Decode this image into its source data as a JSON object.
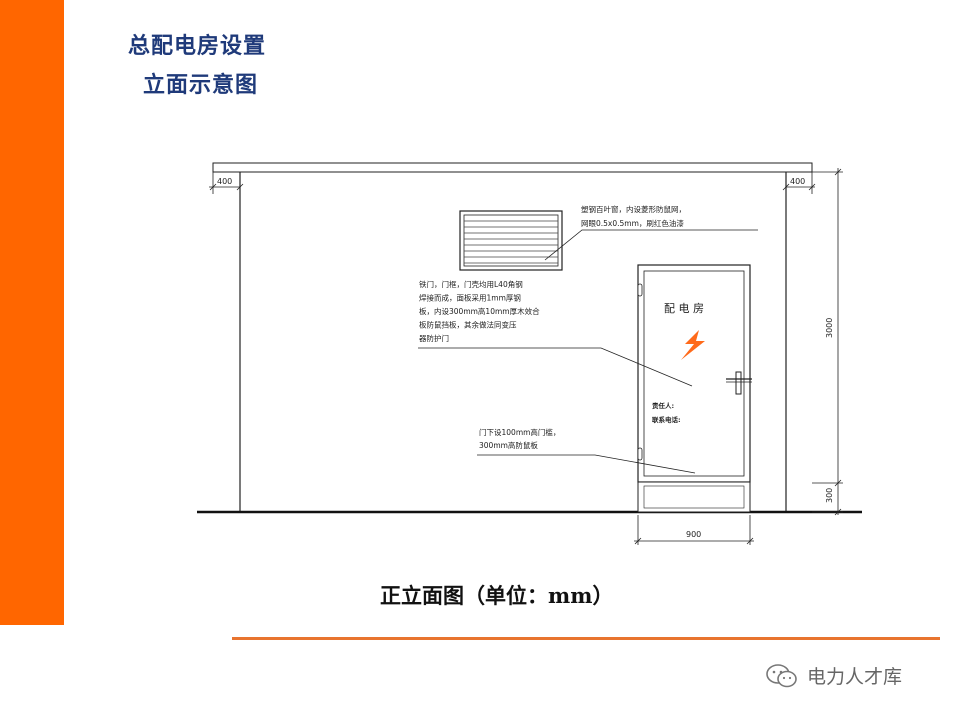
{
  "slide": {
    "title_line1": "总配电房设置",
    "title_line2": "立面示意图",
    "caption": "正立面图（单位：mm）",
    "watermark_text": "电力人才库",
    "accent_color": "#ff6600",
    "title_color": "#1f3a7a",
    "rule_color": "#e8742f"
  },
  "diagram": {
    "dim_left_overhang": "400",
    "dim_right_overhang": "400",
    "dim_height": "3000",
    "dim_base": "300",
    "dim_door_width": "900",
    "door_sign": "配 电 房",
    "responsible_label": "责任人:",
    "contact_label": "联系电话:",
    "louver_note": [
      "塑钢百叶窗，内设菱形防鼠网，",
      "网眼0.5x0.5mm，刷红色油漆"
    ],
    "door_note": [
      "铁门，门框，门壳均用L40角钢",
      "焊接而成，面板采用1mm厚钢",
      "板，内设300mm高10mm厚木效合",
      "板防鼠挡板，其余做法同变压",
      "器防护门"
    ],
    "threshold_note": [
      "门下设100mm高门槛，",
      "300mm高防鼠板"
    ],
    "icons": [
      "lightning-icon",
      "door-handle-icon",
      "wechat-icon"
    ]
  }
}
